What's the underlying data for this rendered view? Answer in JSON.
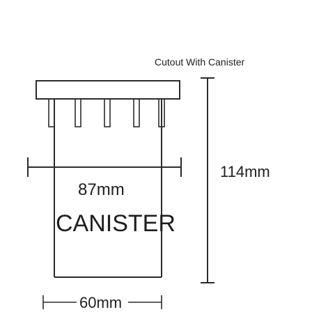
{
  "diagram": {
    "title": "Cutout With Canister",
    "height_label": "114mm",
    "width_top_label": "87mm",
    "canister_label": "CANISTER",
    "width_bottom_label": "60mm",
    "stroke_color": "#2b2b2b"
  }
}
